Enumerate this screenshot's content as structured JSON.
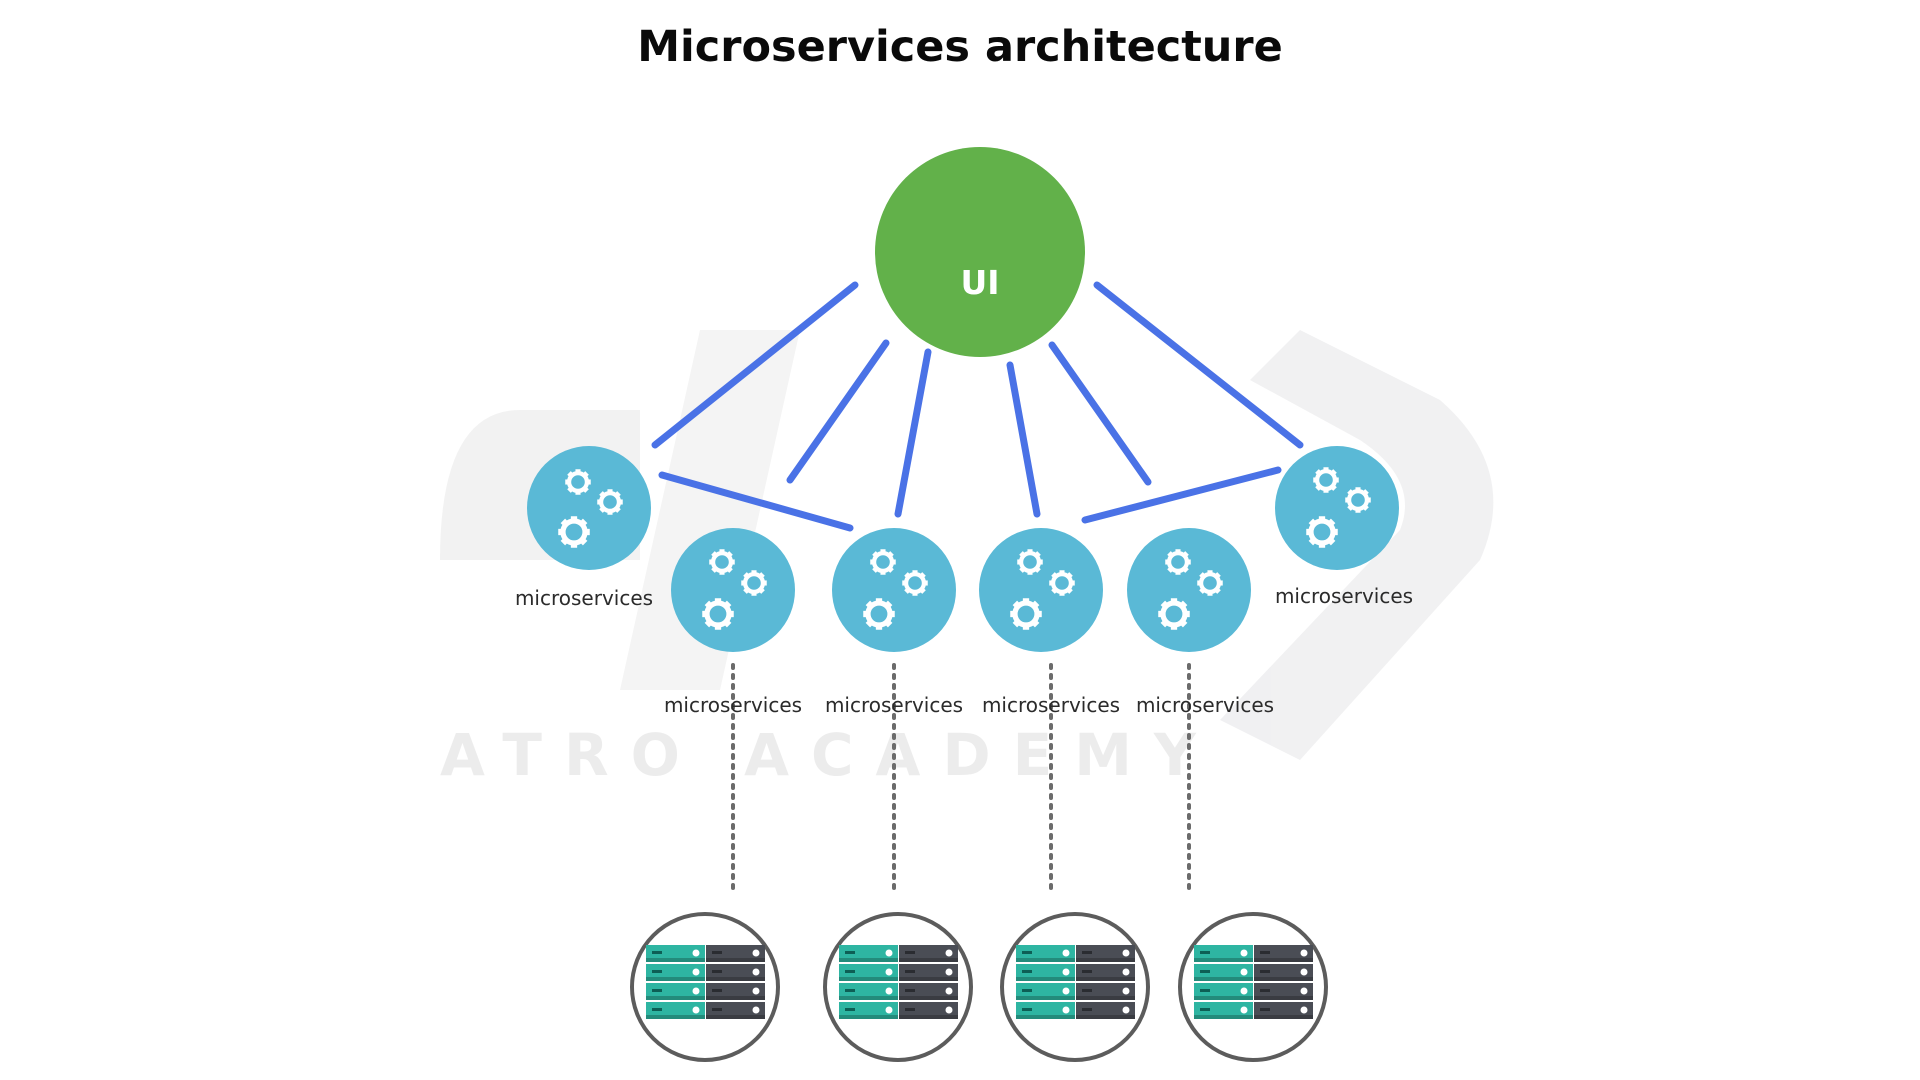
{
  "title": "Microservices architecture",
  "watermark": {
    "text": "ATRO ACADEMY"
  },
  "ui_node": {
    "label": "UI",
    "color": "#62b14a"
  },
  "services": [
    {
      "label": "microservices"
    },
    {
      "label": "microservices"
    },
    {
      "label": "microservices"
    },
    {
      "label": "microservices"
    },
    {
      "label": "microservices"
    },
    {
      "label": "microservices"
    }
  ],
  "databases": [
    {
      "icon": "server-rack-icon"
    },
    {
      "icon": "server-rack-icon"
    },
    {
      "icon": "server-rack-icon"
    },
    {
      "icon": "server-rack-icon"
    }
  ],
  "colors": {
    "connector": "#4a72e6",
    "service_fill": "#5ab9d6",
    "server_teal": "#2eb5a2",
    "server_dark": "#4a4d55",
    "db_ring": "#5c5c5c"
  }
}
